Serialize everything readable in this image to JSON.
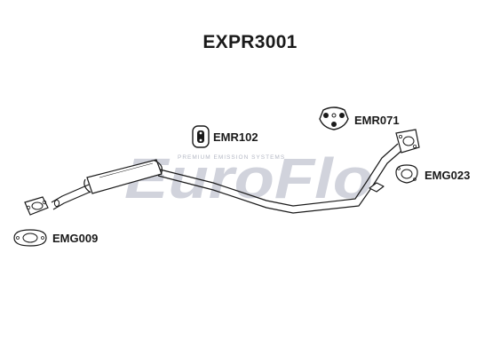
{
  "part_number": "EXPR3001",
  "watermark": {
    "brand": "EuroFlo",
    "tagline": "PREMIUM EMISSION SYSTEMS",
    "color": "#c9ccd6"
  },
  "components": [
    {
      "code": "EMR102",
      "type": "rubber-mount"
    },
    {
      "code": "EMR071",
      "type": "rubber-mount"
    },
    {
      "code": "EMG023",
      "type": "gasket"
    },
    {
      "code": "EMG009",
      "type": "gasket"
    }
  ],
  "colors": {
    "line": "#1a1a1a",
    "fill": "#ffffff"
  }
}
